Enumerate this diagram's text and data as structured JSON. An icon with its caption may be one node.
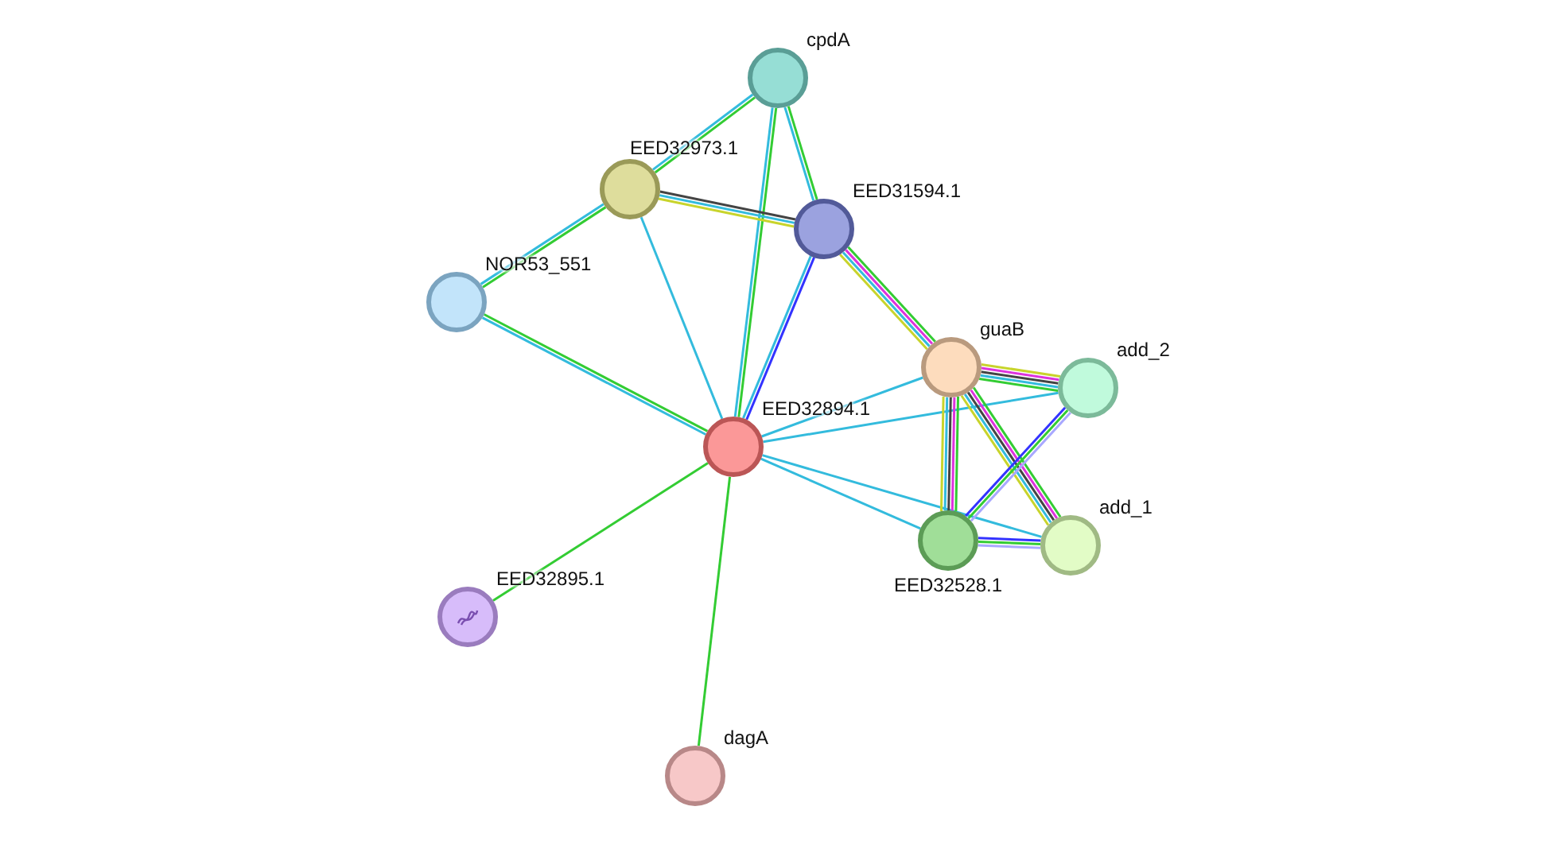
{
  "diagram": {
    "nodes": [
      {
        "text": [
          "cpdA"
        ]
      },
      {
        "text": [
          "EED32973.1"
        ]
      },
      {
        "text": [
          "EED31594.1"
        ]
      },
      {
        "text": [
          "NOR53_551"
        ]
      },
      {
        "text": [
          "guaB"
        ]
      },
      {
        "text": [
          "add_2"
        ]
      },
      {
        "text": [
          "EED32894.1"
        ]
      },
      {
        "text": [
          "EED32528.1"
        ]
      },
      {
        "text": [
          "add_1"
        ]
      },
      {
        "text": [
          "EED32895.1"
        ]
      },
      {
        "text": [
          "dagA"
        ]
      }
    ],
    "edges": [
      {
        "from": 0,
        "to": 1,
        "arrow": "none",
        "color": "#33cc33"
      },
      {
        "from": 0,
        "to": 1,
        "arrow": "none",
        "color": "#33bbdd"
      },
      {
        "from": 0,
        "to": 2,
        "arrow": "none",
        "color": "#33cc33"
      },
      {
        "from": 0,
        "to": 2,
        "arrow": "none",
        "color": "#33bbdd"
      },
      {
        "from": 0,
        "to": 6,
        "arrow": "none",
        "color": "#33cc33"
      },
      {
        "from": 0,
        "to": 6,
        "arrow": "none",
        "color": "#33bbdd"
      },
      {
        "from": 1,
        "to": 2,
        "arrow": "none",
        "color": "#444444"
      },
      {
        "from": 1,
        "to": 2,
        "arrow": "none",
        "color": "#33bbdd"
      },
      {
        "from": 1,
        "to": 2,
        "arrow": "none",
        "color": "#c8d42c"
      },
      {
        "from": 1,
        "to": 3,
        "arrow": "none",
        "color": "#33cc33"
      },
      {
        "from": 1,
        "to": 3,
        "arrow": "none",
        "color": "#33bbdd"
      },
      {
        "from": 1,
        "to": 6,
        "arrow": "none",
        "color": "#33bbdd"
      },
      {
        "from": 2,
        "to": 6,
        "arrow": "none",
        "color": "#3333ff"
      },
      {
        "from": 2,
        "to": 6,
        "arrow": "none",
        "color": "#33bbdd"
      },
      {
        "from": 2,
        "to": 4,
        "arrow": "none",
        "color": "#33cc33"
      },
      {
        "from": 2,
        "to": 4,
        "arrow": "none",
        "color": "#dd33dd"
      },
      {
        "from": 2,
        "to": 4,
        "arrow": "none",
        "color": "#33bbdd"
      },
      {
        "from": 2,
        "to": 4,
        "arrow": "none",
        "color": "#c8d42c"
      },
      {
        "from": 3,
        "to": 6,
        "arrow": "none",
        "color": "#33cc33"
      },
      {
        "from": 3,
        "to": 6,
        "arrow": "none",
        "color": "#33bbdd"
      },
      {
        "from": 6,
        "to": 4,
        "arrow": "none",
        "color": "#33bbdd"
      },
      {
        "from": 6,
        "to": 5,
        "arrow": "none",
        "color": "#33bbdd"
      },
      {
        "from": 6,
        "to": 7,
        "arrow": "none",
        "color": "#33bbdd"
      },
      {
        "from": 6,
        "to": 8,
        "arrow": "none",
        "color": "#33bbdd"
      },
      {
        "from": 6,
        "to": 9,
        "arrow": "none",
        "color": "#33cc33"
      },
      {
        "from": 6,
        "to": 10,
        "arrow": "none",
        "color": "#33cc33"
      },
      {
        "from": 4,
        "to": 5,
        "arrow": "none",
        "color": "#c8d42c"
      },
      {
        "from": 4,
        "to": 5,
        "arrow": "none",
        "color": "#dd33dd"
      },
      {
        "from": 4,
        "to": 5,
        "arrow": "none",
        "color": "#444444"
      },
      {
        "from": 4,
        "to": 5,
        "arrow": "none",
        "color": "#33bbdd"
      },
      {
        "from": 4,
        "to": 5,
        "arrow": "none",
        "color": "#33cc33"
      },
      {
        "from": 4,
        "to": 7,
        "arrow": "none",
        "color": "#33cc33"
      },
      {
        "from": 4,
        "to": 7,
        "arrow": "none",
        "color": "#dd33dd"
      },
      {
        "from": 4,
        "to": 7,
        "arrow": "none",
        "color": "#444444"
      },
      {
        "from": 4,
        "to": 7,
        "arrow": "none",
        "color": "#33bbdd"
      },
      {
        "from": 4,
        "to": 7,
        "arrow": "none",
        "color": "#c8d42c"
      },
      {
        "from": 4,
        "to": 8,
        "arrow": "none",
        "color": "#33cc33"
      },
      {
        "from": 4,
        "to": 8,
        "arrow": "none",
        "color": "#dd33dd"
      },
      {
        "from": 4,
        "to": 8,
        "arrow": "none",
        "color": "#444444"
      },
      {
        "from": 4,
        "to": 8,
        "arrow": "none",
        "color": "#33bbdd"
      },
      {
        "from": 4,
        "to": 8,
        "arrow": "none",
        "color": "#c8d42c"
      },
      {
        "from": 5,
        "to": 7,
        "arrow": "none",
        "color": "#a8a8ff"
      },
      {
        "from": 5,
        "to": 7,
        "arrow": "none",
        "color": "#33cc33"
      },
      {
        "from": 5,
        "to": 7,
        "arrow": "none",
        "color": "#3333ff"
      },
      {
        "from": 7,
        "to": 8,
        "arrow": "none",
        "color": "#3333ff"
      },
      {
        "from": 7,
        "to": 8,
        "arrow": "none",
        "color": "#33cc33"
      },
      {
        "from": 7,
        "to": 8,
        "arrow": "none",
        "color": "#a8a8ff"
      }
    ]
  }
}
